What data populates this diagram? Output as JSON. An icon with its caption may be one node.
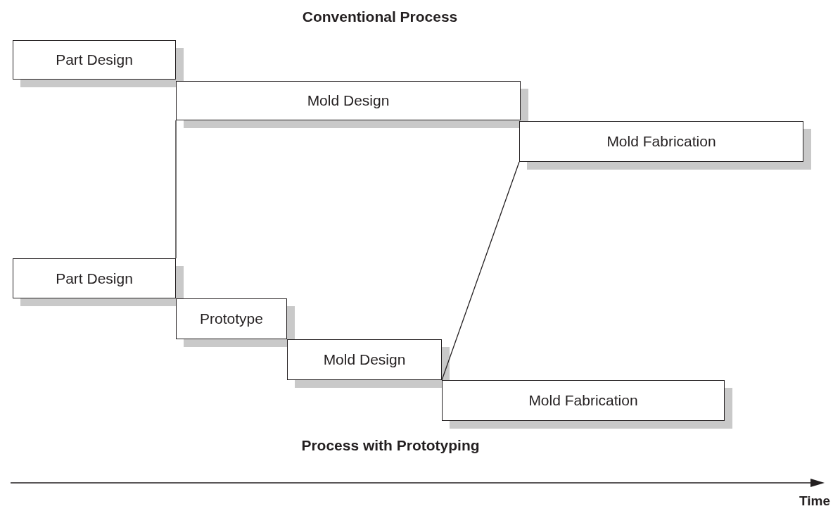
{
  "diagram": {
    "title": "Conventional Process",
    "nodes": [
      {
        "text": [
          "Part Design"
        ]
      },
      {
        "text": [
          "Mold Design"
        ]
      },
      {
        "text": [
          "Mold Fabrication"
        ]
      },
      {
        "text": [
          "Part Design"
        ]
      },
      {
        "text": [
          "Prototype"
        ]
      },
      {
        "text": [
          "Mold Design"
        ]
      },
      {
        "text": [
          "Mold Fabrication"
        ]
      }
    ],
    "edges": [
      {
        "from": 1,
        "to": 3,
        "arrow": "none"
      },
      {
        "from": 2,
        "to": 6,
        "arrow": "none"
      }
    ],
    "labels": [
      "Process with Prototyping",
      "Time"
    ]
  }
}
